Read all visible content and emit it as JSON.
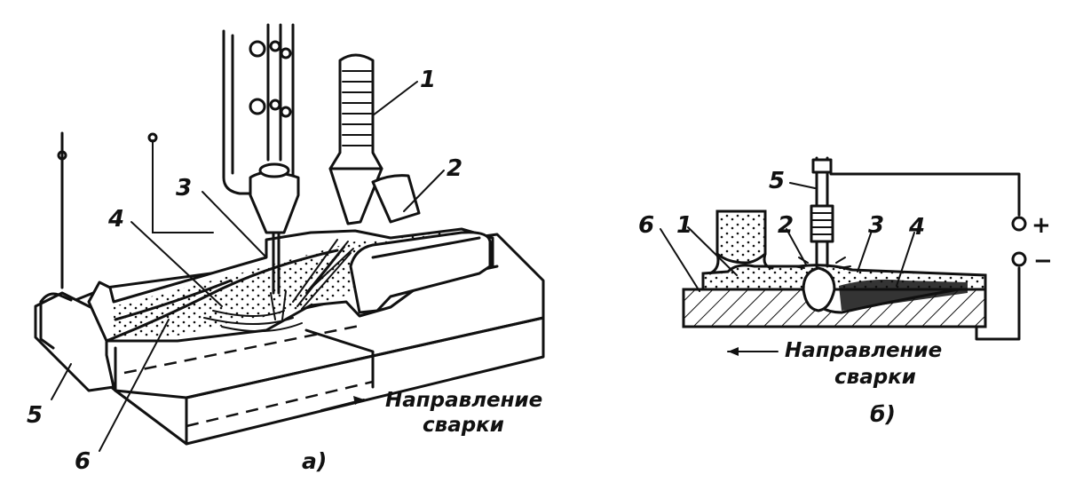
{
  "diagram_a": {
    "labels": {
      "l1": "1",
      "l2": "2",
      "l3": "3",
      "l4": "4",
      "l5": "5",
      "l6": "6"
    },
    "direction_line1": "Направление",
    "direction_line2": "сварки",
    "caption": "а)"
  },
  "diagram_b": {
    "labels": {
      "l1": "1",
      "l2": "2",
      "l3": "3",
      "l4": "4",
      "l5": "5",
      "l6": "6"
    },
    "plus": "+",
    "minus": "−",
    "direction_line1": "Направление",
    "direction_line2": "сварки",
    "caption": "б)"
  }
}
